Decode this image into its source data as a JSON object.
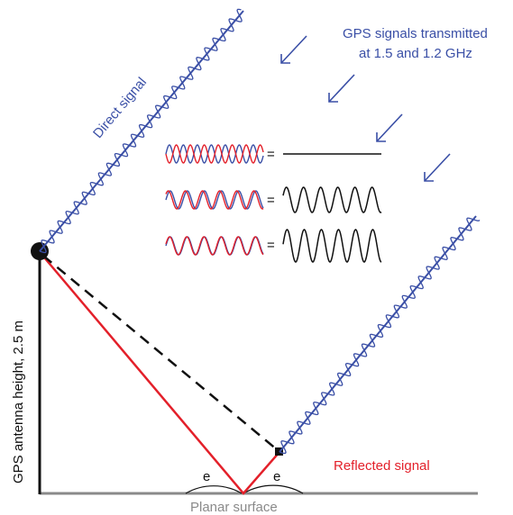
{
  "labels": {
    "title_line1": "GPS signals transmitted",
    "title_line2": "at 1.5 and 1.2 GHz",
    "direct": "Direct signal",
    "reflected": "Reflected signal",
    "surface": "Planar surface",
    "height": "GPS antenna height, 2.5 m",
    "angle_symbol": "e",
    "equals": "="
  },
  "colors": {
    "blue": "#3a4fa6",
    "red": "#e3202a",
    "black": "#111111",
    "gray": "#8a8a8a"
  }
}
